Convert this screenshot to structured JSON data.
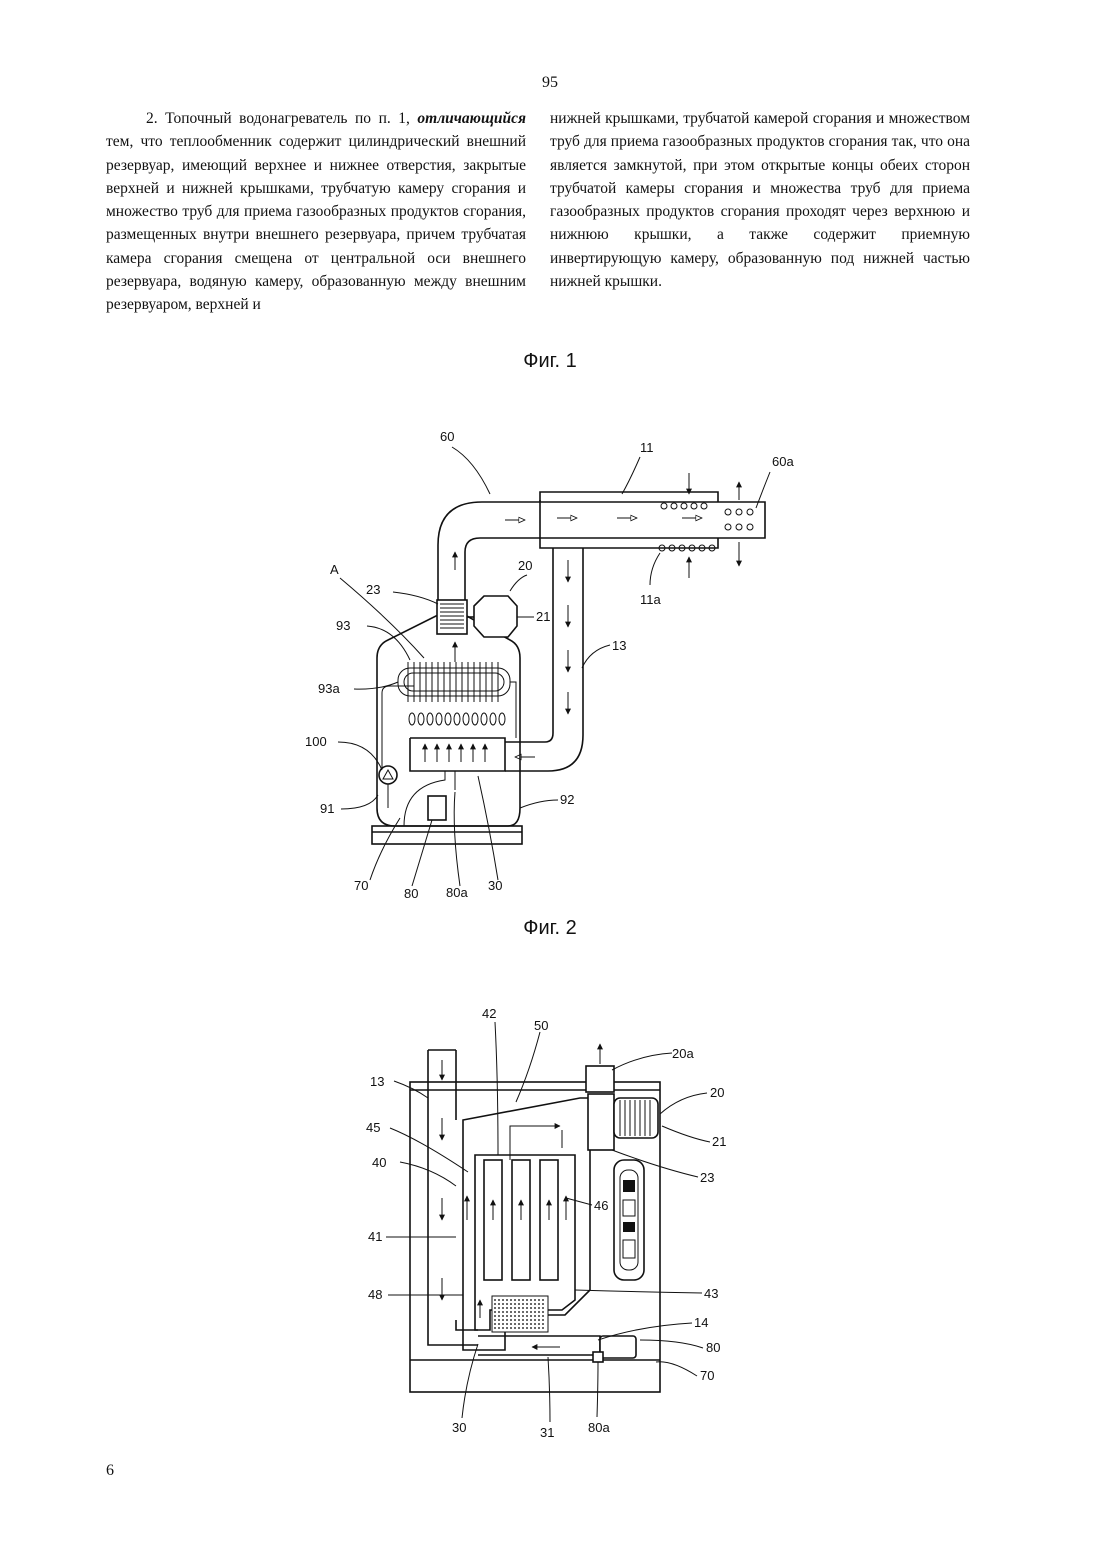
{
  "page_number": "95",
  "footer_page_number": "6",
  "claim": {
    "left_lead": "2. Топочный водонагреватель по п. 1, ",
    "left_emph": "отличающийся",
    "left_rest": " тем, что теплообменник содержит цилиндрический внешний резервуар, имеющий верхнее и нижнее отверстия, закрытые верхней и нижней крышками, трубчатую камеру сгорания и множество труб для приема газообразных продуктов сгорания, размещенных внутри внешнего резервуара, причем трубчатая камера сгорания смещена от центральной оси внешнего резервуара, водяную камеру, образованную между внешним резервуаром, верхней и",
    "right": "нижней крышками, трубчатой камерой сгорания и множеством труб для приема газообразных продуктов сгорания так, что она является замкнутой, при этом открытые концы обеих сторон трубчатой камеры сгорания и множества труб для приема газообразных продуктов сгорания проходят через верхнюю и нижнюю крышки, а также содержит приемную инвертирующую камеру, образованную под нижней частью нижней крышки."
  },
  "figure1": {
    "caption": "Фиг. 1",
    "labels": {
      "l60": "60",
      "l11": "11",
      "l60a": "60a",
      "l11a": "11a",
      "lA": "A",
      "l23": "23",
      "l20": "20",
      "l21": "21",
      "l93": "93",
      "l13": "13",
      "l93a": "93a",
      "l100": "100",
      "l91": "91",
      "l92": "92",
      "l70": "70",
      "l80": "80",
      "l80a": "80a",
      "l30": "30"
    }
  },
  "figure2": {
    "caption": "Фиг. 2",
    "labels": {
      "l42": "42",
      "l50": "50",
      "l20a": "20a",
      "l13": "13",
      "l20": "20",
      "l45": "45",
      "l21": "21",
      "l40": "40",
      "l23": "23",
      "l46": "46",
      "l41": "41",
      "l48": "48",
      "l43": "43",
      "l14": "14",
      "l80": "80",
      "l70": "70",
      "l30": "30",
      "l31": "31",
      "l80a": "80a"
    }
  }
}
